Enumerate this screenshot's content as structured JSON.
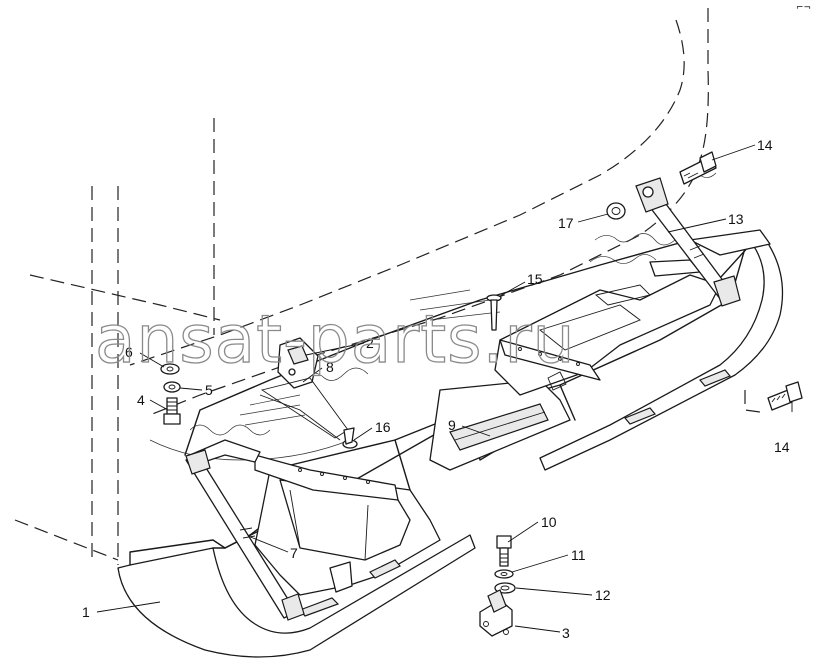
{
  "watermark": "ansat-parts.ru",
  "corner_mark": "⌐¬",
  "callouts": [
    {
      "id": "c1",
      "label": "1"
    },
    {
      "id": "c2",
      "label": "2"
    },
    {
      "id": "c3",
      "label": "3"
    },
    {
      "id": "c4",
      "label": "4"
    },
    {
      "id": "c5",
      "label": "5"
    },
    {
      "id": "c6",
      "label": "6"
    },
    {
      "id": "c7",
      "label": "7"
    },
    {
      "id": "c8",
      "label": "8"
    },
    {
      "id": "c9",
      "label": "9"
    },
    {
      "id": "c10",
      "label": "10"
    },
    {
      "id": "c11",
      "label": "11"
    },
    {
      "id": "c12",
      "label": "12"
    },
    {
      "id": "c13",
      "label": "13"
    },
    {
      "id": "c14a",
      "label": "14"
    },
    {
      "id": "c14b",
      "label": "14"
    },
    {
      "id": "c15",
      "label": "15"
    },
    {
      "id": "c16",
      "label": "16"
    },
    {
      "id": "c17",
      "label": "17"
    }
  ]
}
